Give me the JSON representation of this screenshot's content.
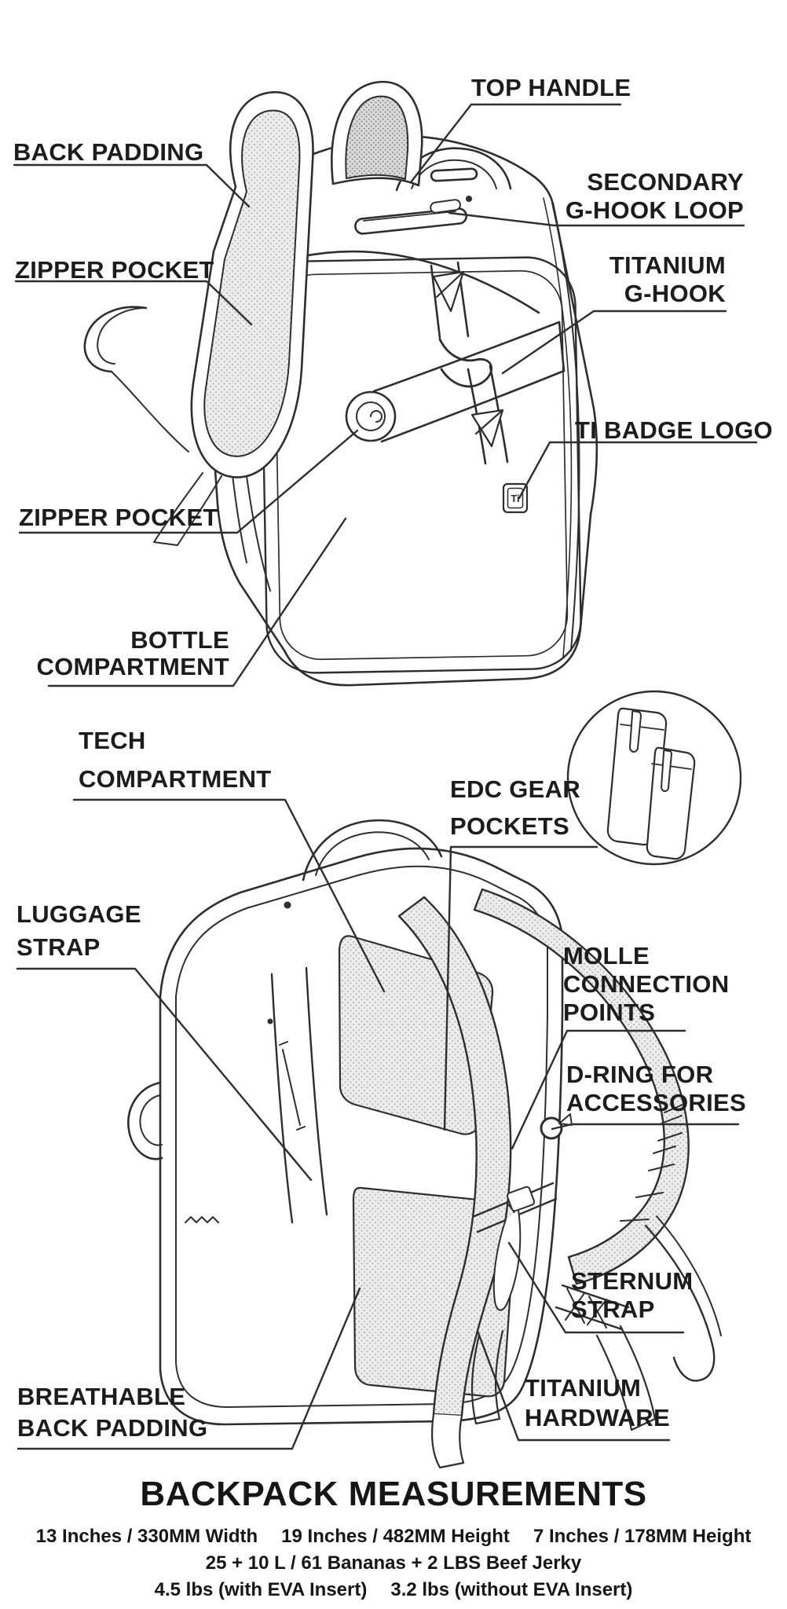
{
  "labels": {
    "top_handle": "TOP HANDLE",
    "back_padding": "BACK PADDING",
    "zipper_pocket_upper": "ZIPPER POCKET",
    "secondary_g_hook_loop": [
      "SECONDARY",
      "G-HOOK LOOP"
    ],
    "titanium_g_hook": [
      "TITANIUM",
      "G-HOOK"
    ],
    "ti_badge_logo": "TI BADGE LOGO",
    "zipper_pocket_lower": "ZIPPER POCKET",
    "bottle_compartment": [
      "BOTTLE",
      "COMPARTMENT"
    ],
    "tech_compartment": [
      "TECH",
      "COMPARTMENT"
    ],
    "edc_gear_pockets": [
      "EDC GEAR",
      "POCKETS"
    ],
    "luggage_strap": [
      "LUGGAGE",
      "STRAP"
    ],
    "molle_connection_points": [
      "MOLLE",
      "CONNECTION",
      "POINTS"
    ],
    "d_ring_for_accessories": [
      "D-RING FOR",
      "ACCESSORIES"
    ],
    "sternum_strap": [
      "STERNUM",
      "STRAP"
    ],
    "titanium_hardware": [
      "TITANIUM",
      "HARDWARE"
    ],
    "breathable_back_padding": [
      "BREATHABLE",
      "BACK PADDING"
    ]
  },
  "badge_text": "Ti",
  "measurements": {
    "title": "BACKPACK MEASUREMENTS",
    "row1": [
      "13 Inches / 330MM Width",
      "19 Inches / 482MM Height",
      "7 Inches / 178MM Height"
    ],
    "row2": "25 + 10 L / 61 Bananas + 2 LBS Beef Jerky",
    "row3": [
      "4.5 lbs (with EVA Insert)",
      "3.2 lbs (without EVA Insert)"
    ]
  },
  "colors": {
    "line": "#2e2e2e",
    "text": "#1c1c1c",
    "background": "#ffffff"
  }
}
